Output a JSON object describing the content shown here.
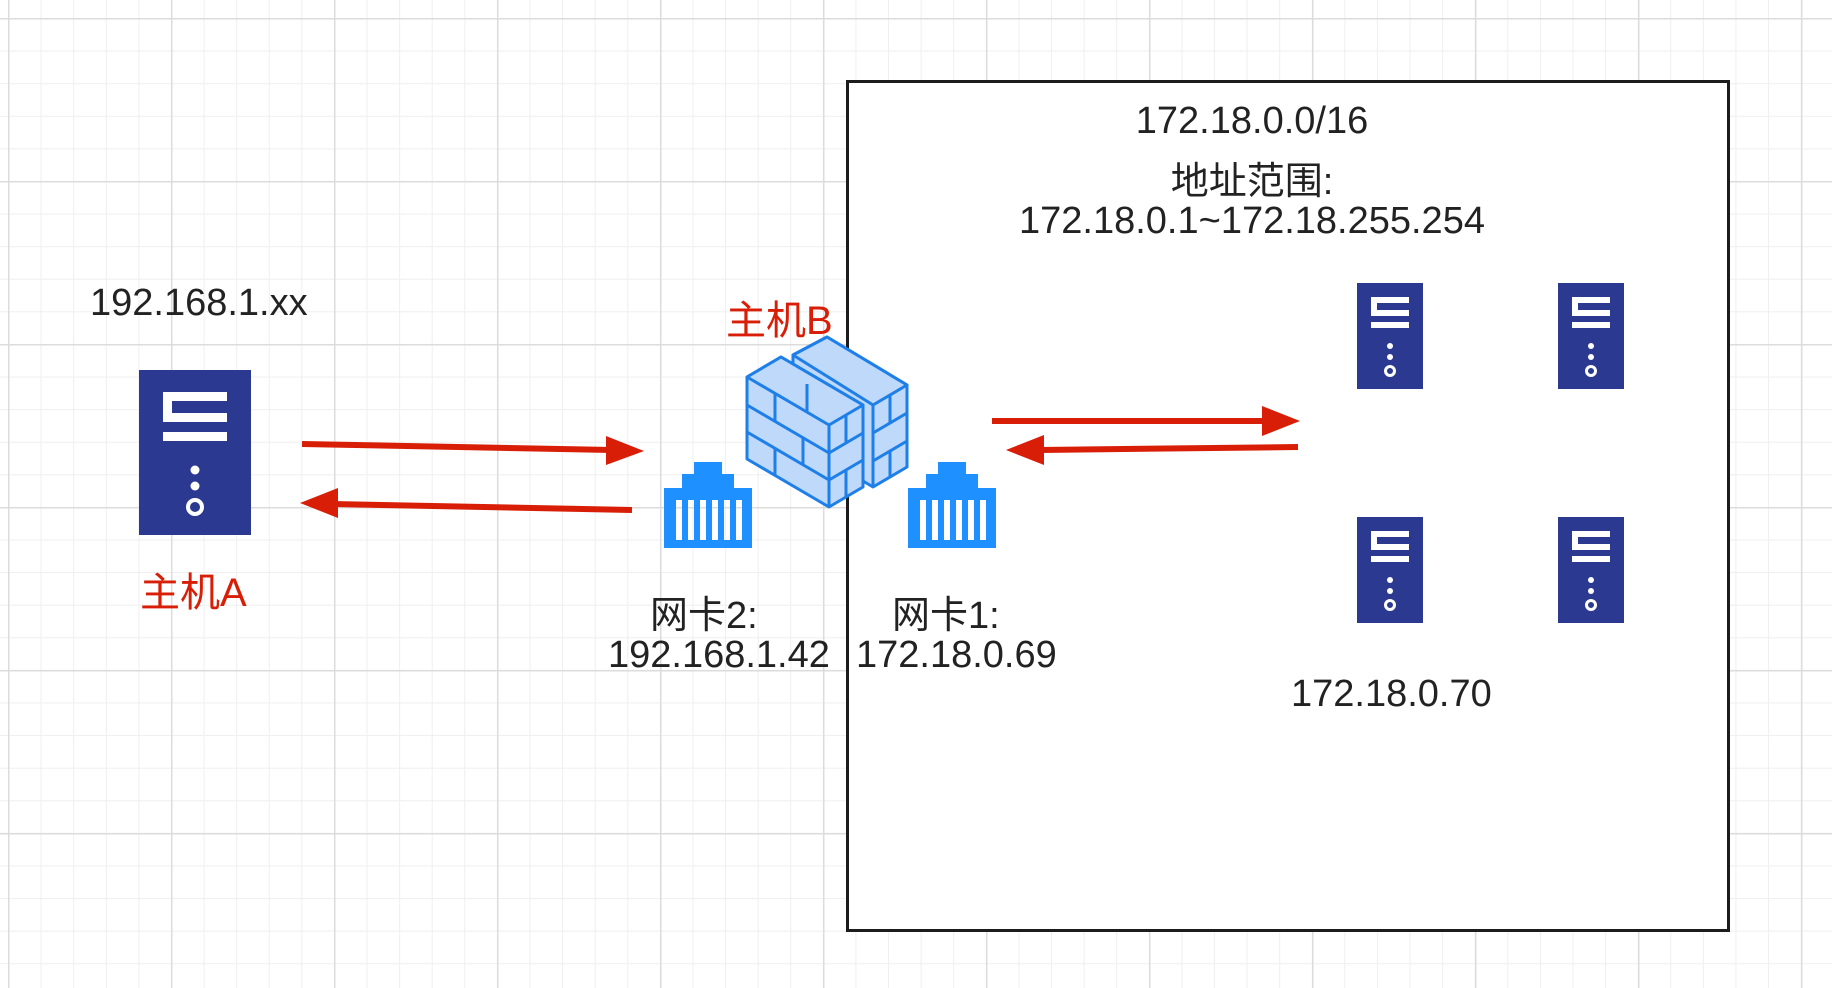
{
  "network": {
    "subnet": "172.18.0.0/16",
    "range_label": "地址范围:",
    "range_value": "172.18.0.1~172.18.255.254"
  },
  "host_a": {
    "name": "主机A",
    "ip": "192.168.1.xx"
  },
  "host_b": {
    "name": "主机B"
  },
  "nic2": {
    "label": "网卡2:",
    "ip": "192.168.1.42"
  },
  "nic1": {
    "label": "网卡1:",
    "ip": "172.18.0.69"
  },
  "internal_hosts": {
    "ip": "172.18.0.70"
  },
  "colors": {
    "server": "#2b3990",
    "arrow": "#d81e06",
    "nic": "#1e90ff",
    "firewall_fill": "#bfd9fb",
    "firewall_stroke": "#1e7fe8"
  },
  "icons": [
    "server-icon",
    "network-card-icon",
    "firewall-icon",
    "arrow-right-icon",
    "arrow-left-icon"
  ]
}
